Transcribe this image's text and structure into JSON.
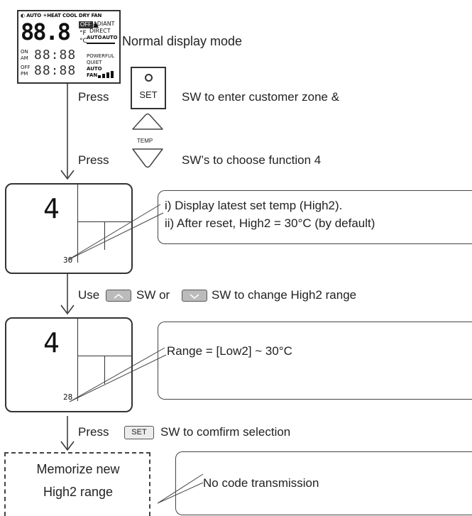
{
  "remote_lcd": {
    "mode_bar": "◐ AUTO ☀HEAT COOL DRY FAN",
    "digits": "88.8",
    "off_tag": "OFF",
    "unit_f": "°F",
    "unit_c": "°C",
    "radiant": "RADIANT",
    "direct": "DIRECT",
    "auto1": "AUTO",
    "auto2": "AUTO",
    "powerful": "POWERFUL",
    "quiet": "QUIET",
    "auto_fan": "AUTO",
    "fan": "FAN",
    "timer1_on": "ON",
    "timer1_am": "AM",
    "timer1_digits": "88:88",
    "timer2_off": "OFF",
    "timer2_pm": "PM",
    "timer2_digits": "88:88"
  },
  "caption_normal": "Normal display mode",
  "set_button": {
    "label": "SET"
  },
  "step1": {
    "press": "Press",
    "text": "SW to enter customer zone &"
  },
  "temp_buttons": {
    "label": "TEMP"
  },
  "step2": {
    "press": "Press",
    "text": "SW’s to choose function 4"
  },
  "display1": {
    "function": "4",
    "value": "30"
  },
  "note1": {
    "line1": "i)  Display latest set temp (High2).",
    "line2": "ii) After reset, High2 = 30°C (by default)"
  },
  "step3": {
    "use": "Use",
    "mid": "SW or",
    "text": "SW to change High2 range"
  },
  "display2": {
    "function": "4",
    "value": "28"
  },
  "note2": {
    "line1": "Range = [Low2] ~ 30°C"
  },
  "step4": {
    "press": "Press",
    "button": "SET",
    "text": "SW to comfirm selection"
  },
  "memorize": {
    "line1": "Memorize new",
    "line2": "High2 range"
  },
  "note3": {
    "line1": "No code transmission"
  }
}
